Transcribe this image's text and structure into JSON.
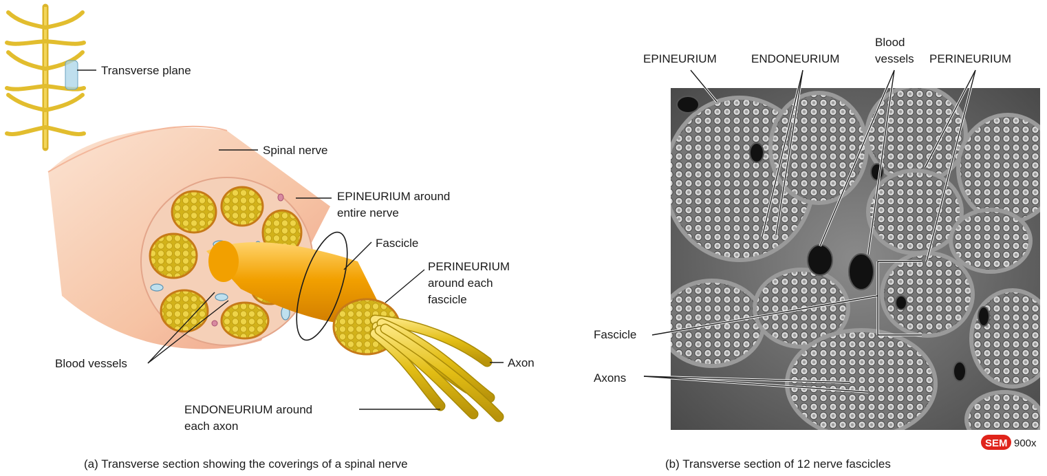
{
  "panel_a": {
    "labels": {
      "transverse_plane": "Transverse plane",
      "spinal_nerve": "Spinal nerve",
      "epineurium_1": "EPINEURIUM around",
      "epineurium_2": "entire nerve",
      "fascicle": "Fascicle",
      "perineurium_1": "PERINEURIUM",
      "perineurium_2": "around each",
      "perineurium_3": "fascicle",
      "blood_vessels": "Blood vessels",
      "axon": "Axon",
      "endoneurium_1": "ENDONEURIUM around",
      "endoneurium_2": "each axon"
    },
    "caption": "(a) Transverse section showing the coverings of a spinal nerve",
    "colors": {
      "nerve_outer": "#f6c7a8",
      "fascicle_core": "#f2a200",
      "axon": "#e6c21a",
      "spinal_cord": "#e8c43a"
    }
  },
  "panel_b": {
    "labels": {
      "epineurium": "EPINEURIUM",
      "endoneurium": "ENDONEURIUM",
      "blood_1": "Blood",
      "blood_2": "vessels",
      "perineurium": "PERINEURIUM",
      "fascicle": "Fascicle",
      "axons": "Axons"
    },
    "badge": "SEM",
    "magnification": "900x",
    "caption": "(b) Transverse section of 12 nerve fascicles",
    "colors": {
      "badge": "#e0241b"
    }
  }
}
